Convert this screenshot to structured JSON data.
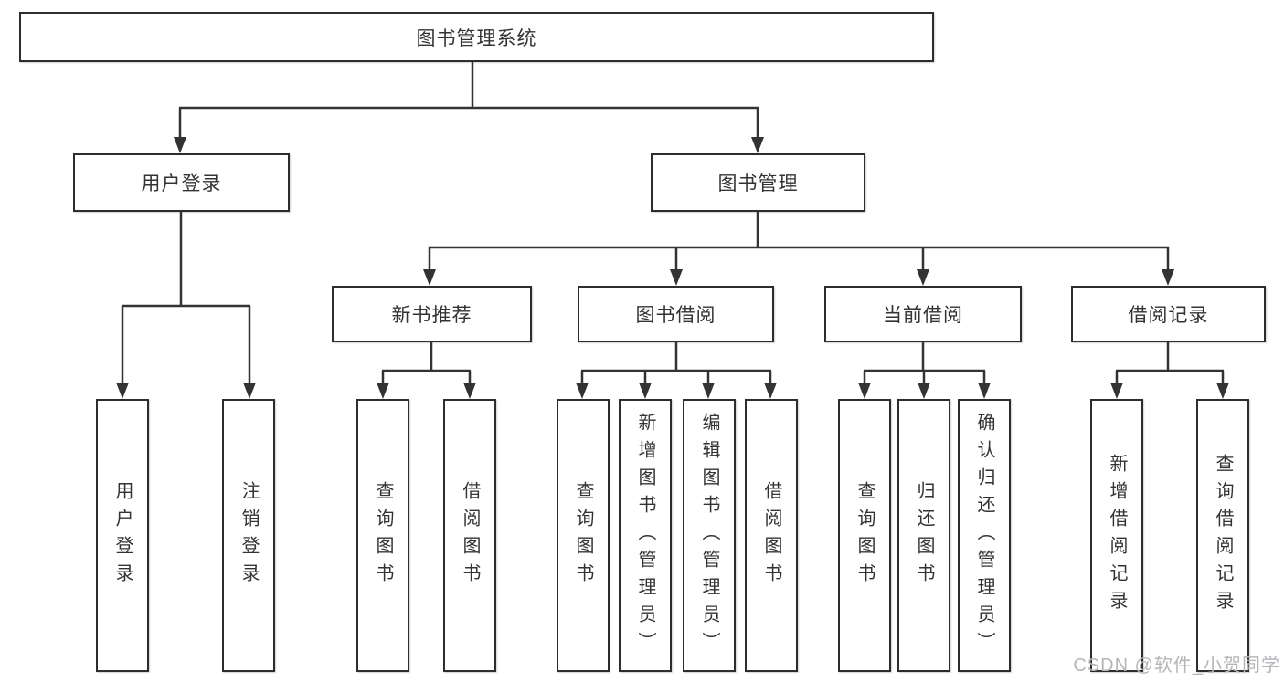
{
  "root": {
    "label": "图书管理系统"
  },
  "tree": {
    "user_login": {
      "label": "用户登录",
      "children": [
        {
          "label": "用户登录"
        },
        {
          "label": "注销登录"
        }
      ]
    },
    "book_mgmt": {
      "label": "图书管理",
      "children": [
        {
          "label": "新书推荐",
          "children": [
            {
              "label": "查询图书"
            },
            {
              "label": "借阅图书"
            }
          ]
        },
        {
          "label": "图书借阅",
          "children": [
            {
              "label": "查询图书"
            },
            {
              "label": "新增图书（管理员）"
            },
            {
              "label": "编辑图书（管理员）"
            },
            {
              "label": "借阅图书"
            }
          ]
        },
        {
          "label": "当前借阅",
          "children": [
            {
              "label": "查询图书"
            },
            {
              "label": "归还图书"
            },
            {
              "label": "确认归还（管理员）"
            }
          ]
        },
        {
          "label": "借阅记录",
          "children": [
            {
              "label": "新增借阅记录"
            },
            {
              "label": "查询借阅记录"
            }
          ]
        }
      ]
    }
  },
  "watermark": {
    "text": "CSDN @软件_小贺同学"
  },
  "colors": {
    "line": "#333333",
    "box_border": "#2d2d2d",
    "text": "#333333",
    "background": "#ffffff",
    "watermark": "#b5b5ba"
  }
}
